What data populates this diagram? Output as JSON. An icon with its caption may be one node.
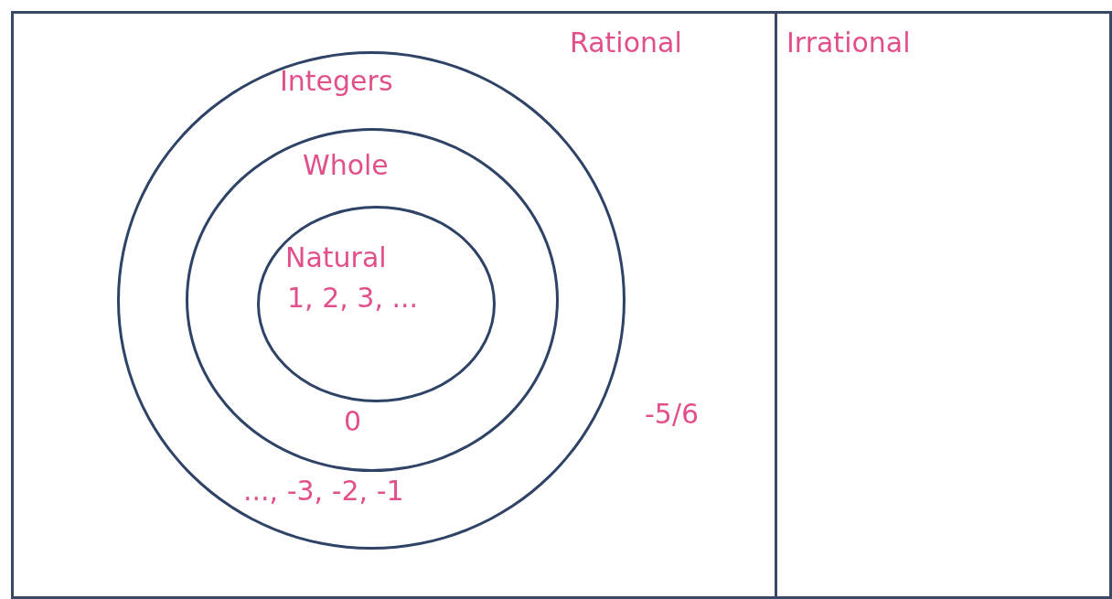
{
  "diagram": {
    "nodes": [
      {
        "text": [
          "Rational",
          "-5/6"
        ]
      },
      {
        "text": [
          "Integers",
          "..., -3, -2, -1"
        ],
        "in": 0
      },
      {
        "text": [
          "Whole",
          "0"
        ],
        "in": 1
      },
      {
        "text": [
          "Natural",
          "1, 2, 3, ..."
        ],
        "in": 2
      },
      {
        "text": [
          "Irrational"
        ]
      }
    ],
    "edges": []
  }
}
